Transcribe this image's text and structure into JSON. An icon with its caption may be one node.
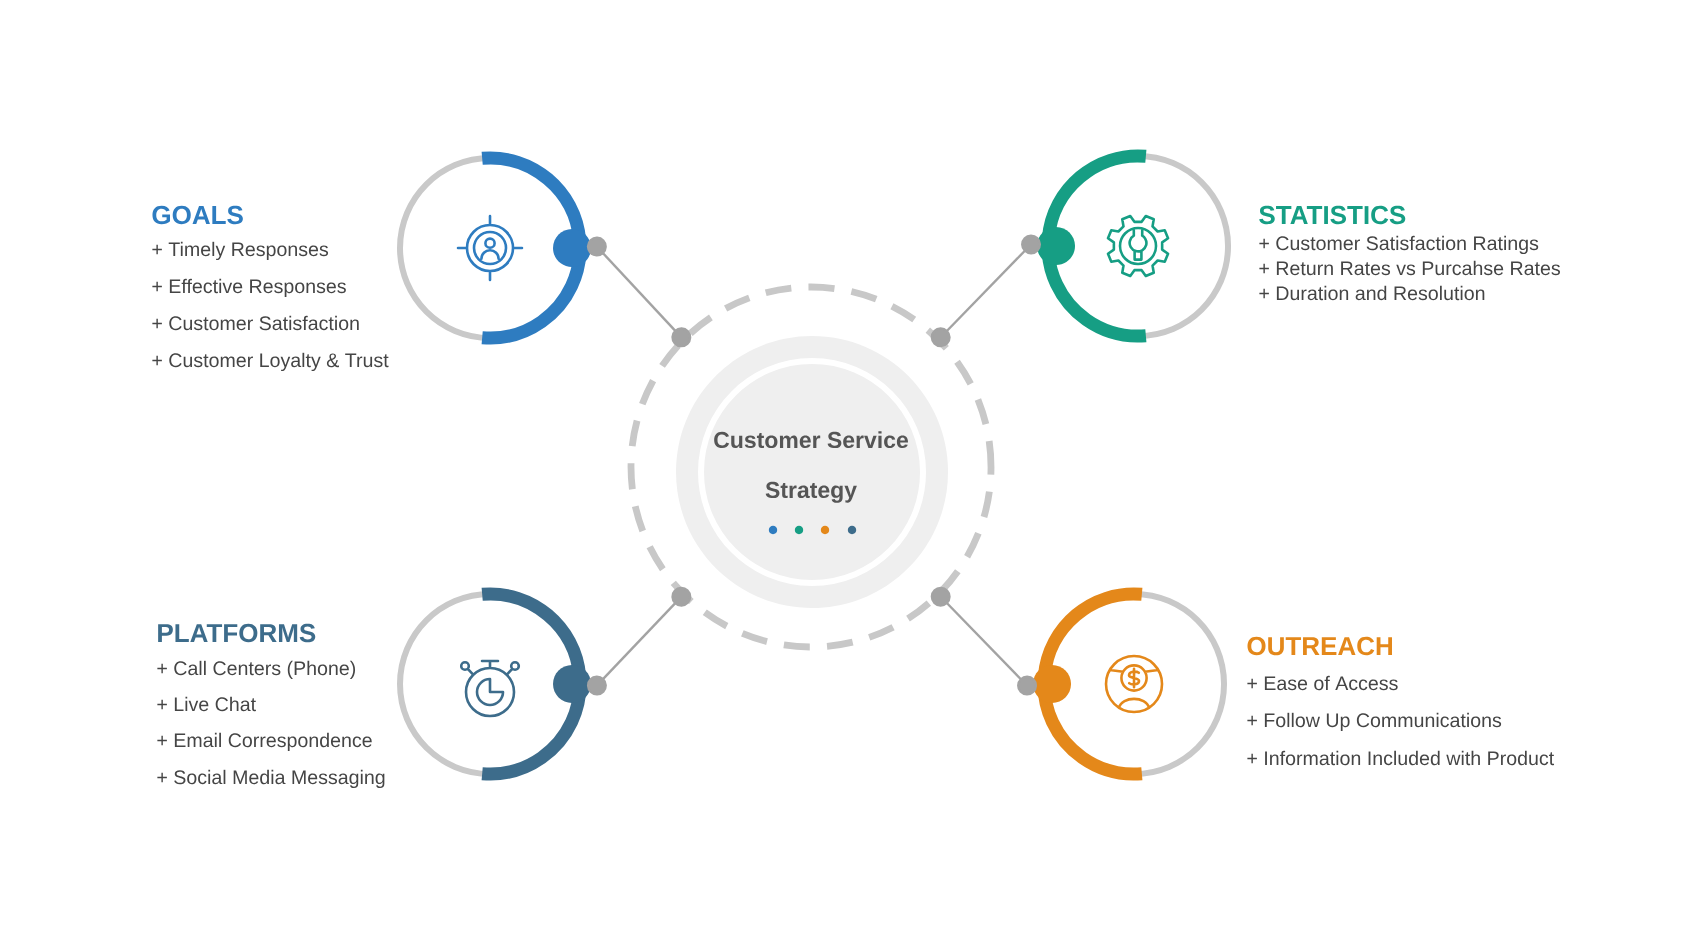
{
  "diagram": {
    "nodes": [
      {
        "text": [
          "Customer Service Strategy"
        ]
      },
      {
        "text": [
          "GOALS",
          "+ Timely Responses",
          "+ Effective Responses",
          "+ Customer Satisfaction",
          "+ Customer Loyalty & Trust"
        ]
      },
      {
        "text": [
          "STATISTICS",
          "+ Customer Satisfaction Ratings",
          "+ Return Rates vs Purcahse Rates",
          "+ Duration and Resolution"
        ]
      },
      {
        "text": [
          "PLATFORMS",
          "+ Call Centers (Phone)",
          "+ Live Chat",
          "+ Email Correspondence",
          "+ Social Media Messaging"
        ]
      },
      {
        "text": [
          "OUTREACH",
          "+ Ease of Access",
          "+ Follow Up Communications",
          "+ Information Included with Product"
        ]
      }
    ],
    "edges": [
      {
        "from": 0,
        "to": 1,
        "arrow": "other"
      },
      {
        "from": 0,
        "to": 2,
        "arrow": "other"
      },
      {
        "from": 0,
        "to": 3,
        "arrow": "other"
      },
      {
        "from": 0,
        "to": 4,
        "arrow": "other"
      }
    ]
  }
}
